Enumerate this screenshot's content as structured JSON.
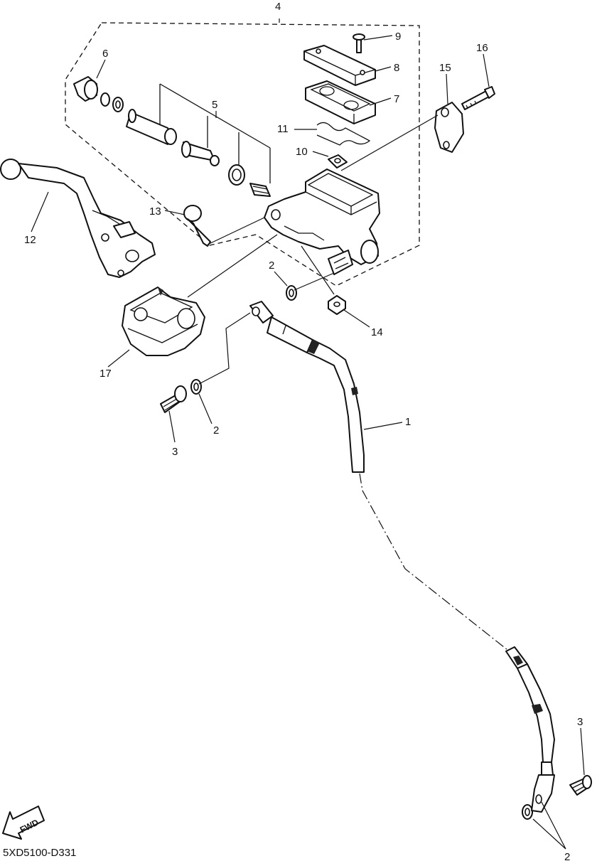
{
  "callouts": {
    "c1": "1",
    "c2a": "2",
    "c2b": "2",
    "c2c": "2",
    "c3a": "3",
    "c3b": "3",
    "c4": "4",
    "c5": "5",
    "c6": "6",
    "c7": "7",
    "c8": "8",
    "c9": "9",
    "c10": "10",
    "c11": "11",
    "c12": "12",
    "c13": "13",
    "c14": "14",
    "c15": "15",
    "c16": "16",
    "c17": "17"
  },
  "fwd_label": "FWD",
  "diagram_code": "5XD5100-D331"
}
